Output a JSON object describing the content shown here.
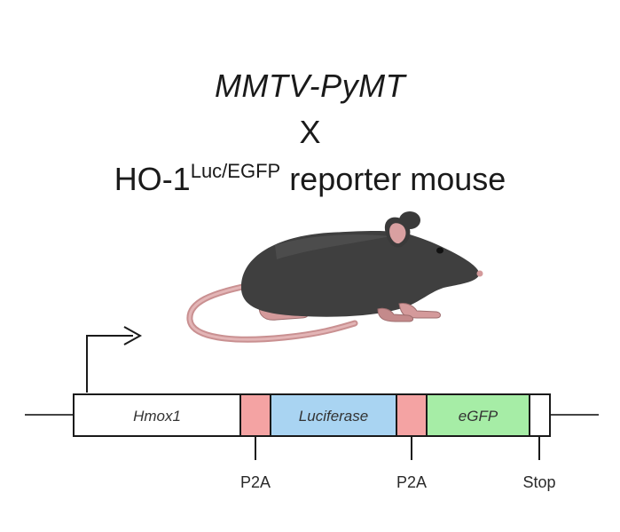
{
  "title": {
    "line1": "MMTV-PyMT",
    "line2": "X",
    "line3_main": "HO-1",
    "line3_sup": "Luc/EGFP",
    "line3_tail": " reporter mouse"
  },
  "construct": {
    "segments": [
      {
        "label": "Hmox1",
        "color": "#ffffff"
      },
      {
        "label": "",
        "color": "#f4a3a3"
      },
      {
        "label": "Luciferase",
        "color": "#a9d4f2"
      },
      {
        "label": "",
        "color": "#f4a3a3"
      },
      {
        "label": "eGFP",
        "color": "#a6eda6"
      },
      {
        "label": "",
        "color": "#ffffff"
      }
    ],
    "markers": [
      "P2A",
      "P2A",
      "Stop"
    ]
  },
  "colors": {
    "mouse_body": "#3f3f3f",
    "mouse_pink": "#d4999a",
    "outline": "#1a1a1a"
  }
}
